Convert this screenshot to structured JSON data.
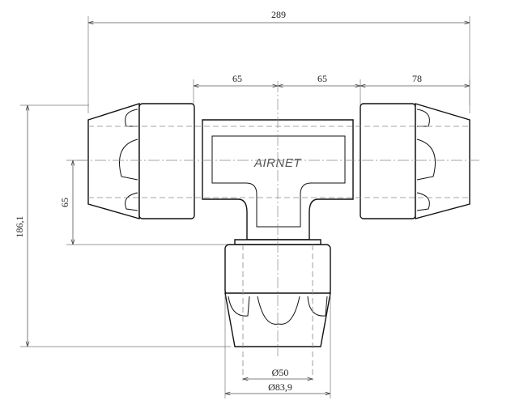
{
  "dimensions": {
    "overall_width": "289",
    "left_half_span": "65",
    "right_half_span": "65",
    "end_cap_length": "78",
    "overall_height": "186,1",
    "branch_offset": "65",
    "inner_diameter": "Ø50",
    "outer_diameter": "Ø83,9"
  },
  "logo": {
    "text": "AIRNET"
  }
}
